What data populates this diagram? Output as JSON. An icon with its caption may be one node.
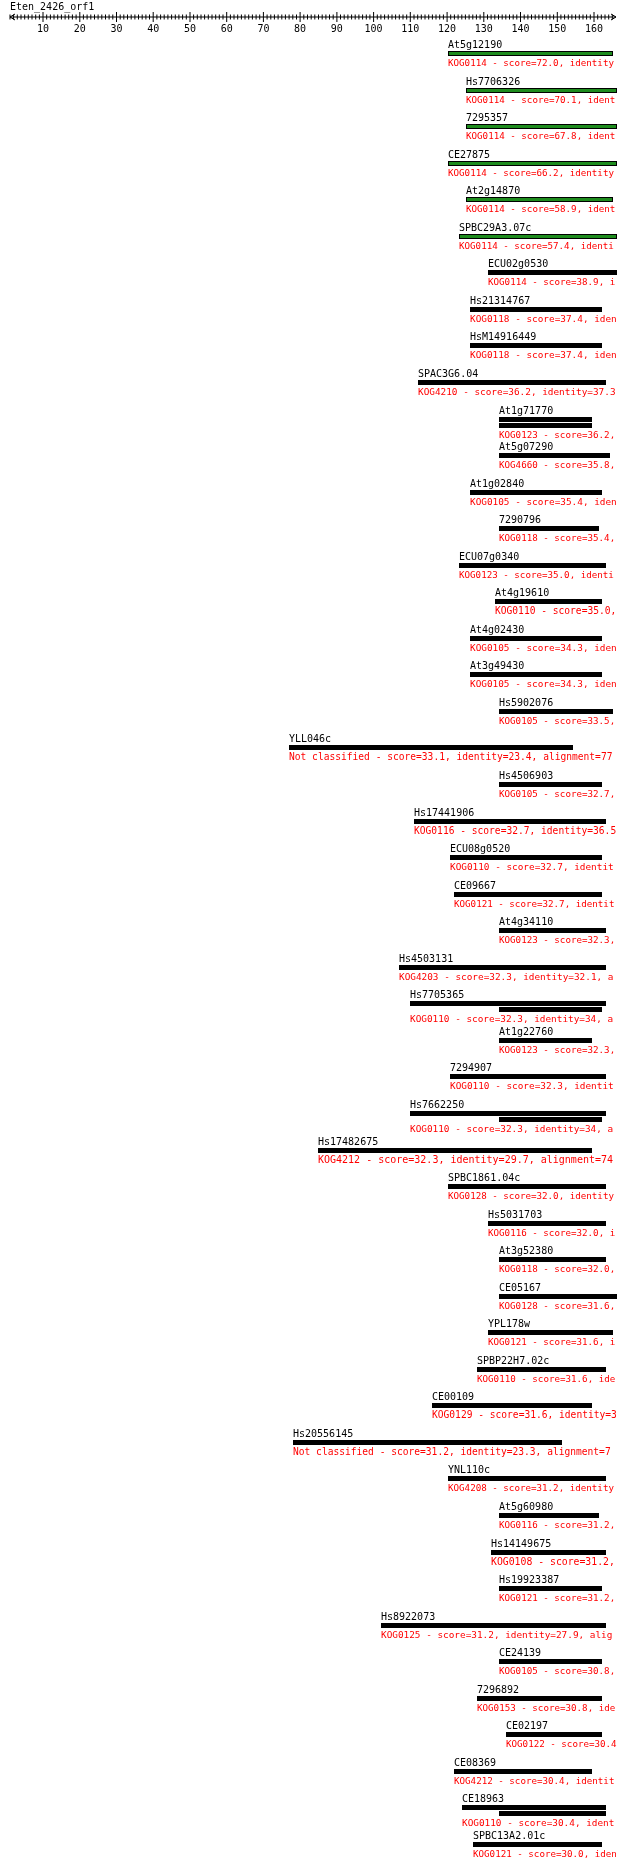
{
  "diagram": {
    "title": "Eten_2426_orf1",
    "nodes": [
      {
        "text": [
          "At5g12190",
          "KOG0114 - score=72.0, identity"
        ]
      },
      {
        "text": [
          "Hs7706326",
          "KOG0114 - score=70.1, ident"
        ]
      },
      {
        "text": [
          "7295357",
          "KOG0114 - score=67.8, ident"
        ]
      },
      {
        "text": [
          "CE27875",
          "KOG0114 - score=66.2, identity"
        ]
      },
      {
        "text": [
          "At2g14870",
          "KOG0114 - score=58.9, ident"
        ]
      },
      {
        "text": [
          "SPBC29A3.07c",
          "KOG0114 - score=57.4, identi"
        ]
      },
      {
        "text": [
          "ECU02g0530",
          "KOG0114 - score=38.9, i"
        ]
      },
      {
        "text": [
          "Hs21314767",
          "KOG0118 - score=37.4, iden"
        ]
      },
      {
        "text": [
          "HsM14916449",
          "KOG0118 - score=37.4, iden"
        ]
      },
      {
        "text": [
          "SPAC3G6.04",
          "KOG4210 - score=36.2, identity=37.3"
        ]
      },
      {
        "text": [
          "At1g71770",
          "KOG0123 - score=36.2,"
        ]
      },
      {
        "text": [
          "At5g07290",
          "KOG4660 - score=35.8,"
        ]
      },
      {
        "text": [
          "At1g02840",
          "KOG0105 - score=35.4, iden"
        ]
      },
      {
        "text": [
          "7290796",
          "KOG0118 - score=35.4,"
        ]
      },
      {
        "text": [
          "ECU07g0340",
          "KOG0123 - score=35.0, identi"
        ]
      },
      {
        "text": [
          "At4g19610",
          "KOG0110 - score=35.0,"
        ]
      },
      {
        "text": [
          "At4g02430",
          "KOG0105 - score=34.3, iden"
        ]
      },
      {
        "text": [
          "At3g49430",
          "KOG0105 - score=34.3, iden"
        ]
      },
      {
        "text": [
          "Hs5902076",
          "KOG0105 - score=33.5,"
        ]
      },
      {
        "text": [
          "YLL046c",
          "Not classified - score=33.1, identity=23.4, alignment=77"
        ]
      },
      {
        "text": [
          "Hs4506903",
          "KOG0105 - score=32.7,"
        ]
      },
      {
        "text": [
          "Hs17441906",
          "KOG0116 - score=32.7, identity=36.5"
        ]
      },
      {
        "text": [
          "ECU08g0520",
          "KOG0110 - score=32.7, identit"
        ]
      },
      {
        "text": [
          "CE09667",
          "KOG0121 - score=32.7, identit"
        ]
      },
      {
        "text": [
          "At4g34110",
          "KOG0123 - score=32.3,"
        ]
      },
      {
        "text": [
          "Hs4503131",
          "KOG4203 - score=32.3, identity=32.1, a"
        ]
      },
      {
        "text": [
          "Hs7705365",
          "KOG0110 - score=32.3, identity=34, a"
        ]
      },
      {
        "text": [
          "At1g22760",
          "KOG0123 - score=32.3,"
        ]
      },
      {
        "text": [
          "7294907",
          "KOG0110 - score=32.3, identit"
        ]
      },
      {
        "text": [
          "Hs7662250",
          "KOG0110 - score=32.3, identity=34, a"
        ]
      },
      {
        "text": [
          "Hs17482675",
          "KOG4212 - score=32.3, identity=29.7, alignment=74"
        ]
      },
      {
        "text": [
          "SPBC1861.04c",
          "KOG0128 - score=32.0, identity"
        ]
      },
      {
        "text": [
          "Hs5031703",
          "KOG0116 - score=32.0, i"
        ]
      },
      {
        "text": [
          "At3g52380",
          "KOG0118 - score=32.0,"
        ]
      },
      {
        "text": [
          "CE05167",
          "KOG0128 - score=31.6,"
        ]
      },
      {
        "text": [
          "YPL178w",
          "KOG0121 - score=31.6, i"
        ]
      },
      {
        "text": [
          "SPBP22H7.02c",
          "KOG0110 - score=31.6, ide"
        ]
      },
      {
        "text": [
          "CE00109",
          "KOG0129 - score=31.6, identity=3"
        ]
      },
      {
        "text": [
          "Hs20556145",
          "Not classified - score=31.2, identity=23.3, alignment=7"
        ]
      },
      {
        "text": [
          "YNL110c",
          "KOG4208 - score=31.2, identity"
        ]
      },
      {
        "text": [
          "At5g60980",
          "KOG0116 - score=31.2,"
        ]
      },
      {
        "text": [
          "Hs14149675",
          "KOG0108 - score=31.2,"
        ]
      },
      {
        "text": [
          "Hs19923387",
          "KOG0121 - score=31.2,"
        ]
      },
      {
        "text": [
          "Hs8922073",
          "KOG0125 - score=31.2, identity=27.9, alig"
        ]
      },
      {
        "text": [
          "CE24139",
          "KOG0105 - score=30.8,"
        ]
      },
      {
        "text": [
          "7296892",
          "KOG0153 - score=30.8, ide"
        ]
      },
      {
        "text": [
          "CE02197",
          "KOG0122 - score=30.4"
        ]
      },
      {
        "text": [
          "CE08369",
          "KOG4212 - score=30.4, identit"
        ]
      },
      {
        "text": [
          "CE18963",
          "KOG0110 - score=30.4, ident"
        ]
      },
      {
        "text": [
          "SPBC13A2.01c",
          "KOG0121 - score=30.0, iden"
        ]
      }
    ],
    "labels": [
      "10",
      "20",
      "30",
      "40",
      "50",
      "60",
      "70",
      "80",
      "90",
      "100",
      "110",
      "120",
      "130",
      "140",
      "150",
      "160"
    ]
  }
}
